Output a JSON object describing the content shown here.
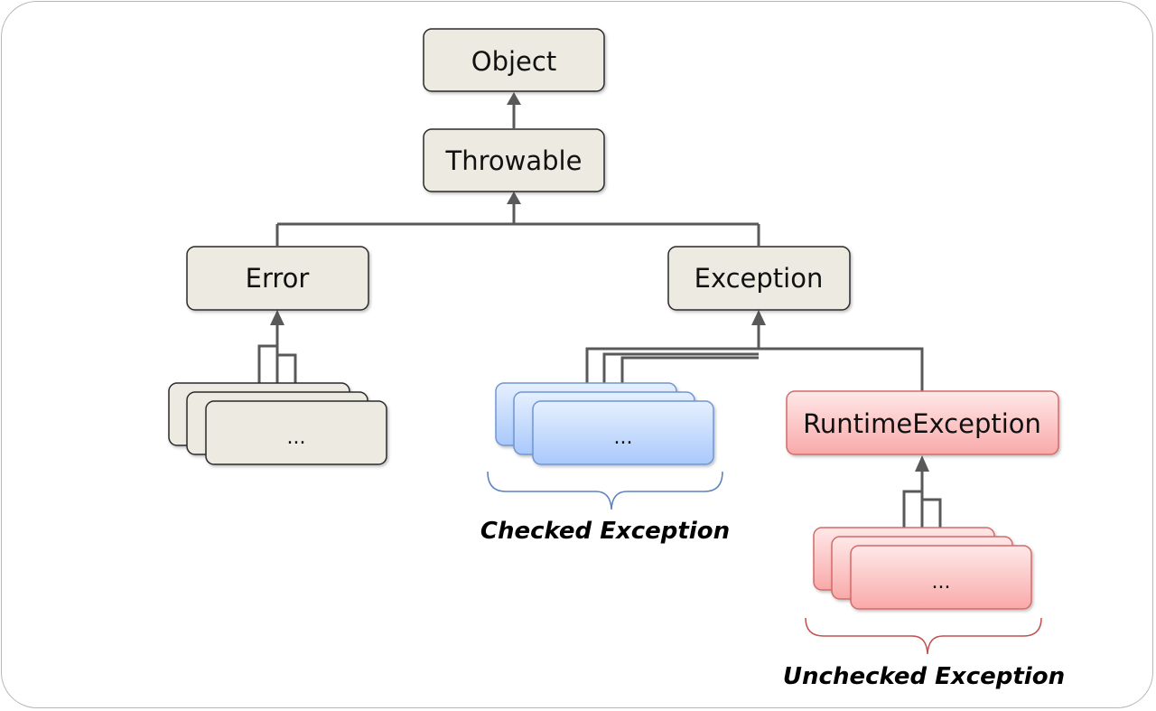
{
  "nodes": {
    "object": "Object",
    "throwable": "Throwable",
    "error": "Error",
    "exception": "Exception",
    "runtime_exception": "RuntimeException",
    "error_subclasses": "...",
    "checked_subclasses": "...",
    "unchecked_subclasses": "..."
  },
  "captions": {
    "checked": "Checked Exception",
    "unchecked": "Unchecked Exception"
  },
  "colors": {
    "neutral_fill": "#eceae1",
    "checked_fill_top": "#e6f0ff",
    "checked_fill_bottom": "#a9c8fb",
    "checked_stroke": "#6f95d2",
    "unchecked_fill_top": "#ffe8e8",
    "unchecked_fill_bottom": "#f9a9a9",
    "unchecked_stroke": "#d46a6a",
    "connector": "#595959",
    "checked_brace": "#5b82c0",
    "unchecked_brace": "#c0504d"
  }
}
